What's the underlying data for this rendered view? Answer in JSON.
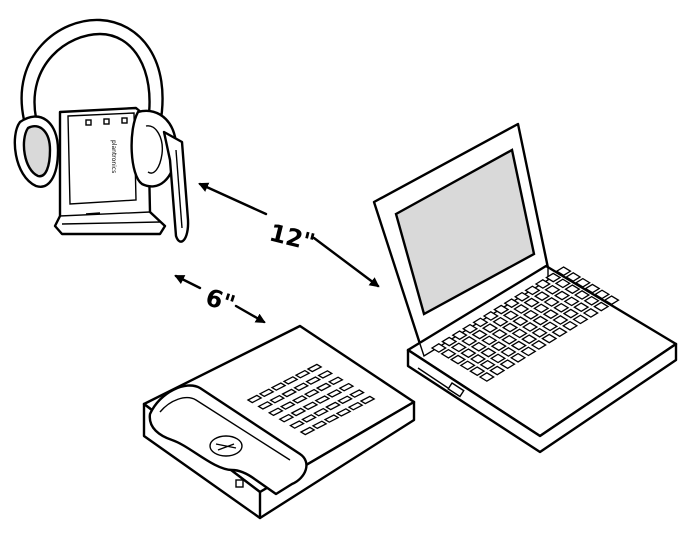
{
  "labels": {
    "headset_laptop_distance": "12\"",
    "headset_phone_distance": "6\""
  },
  "base_brand_text": "plantronics",
  "colors": {
    "line": "#000000",
    "background": "#ffffff",
    "screen": "#d9d9d9"
  },
  "items": [
    "headset-with-base-icon",
    "laptop-icon",
    "desk-phone-icon",
    "distance-arrow-icon"
  ]
}
